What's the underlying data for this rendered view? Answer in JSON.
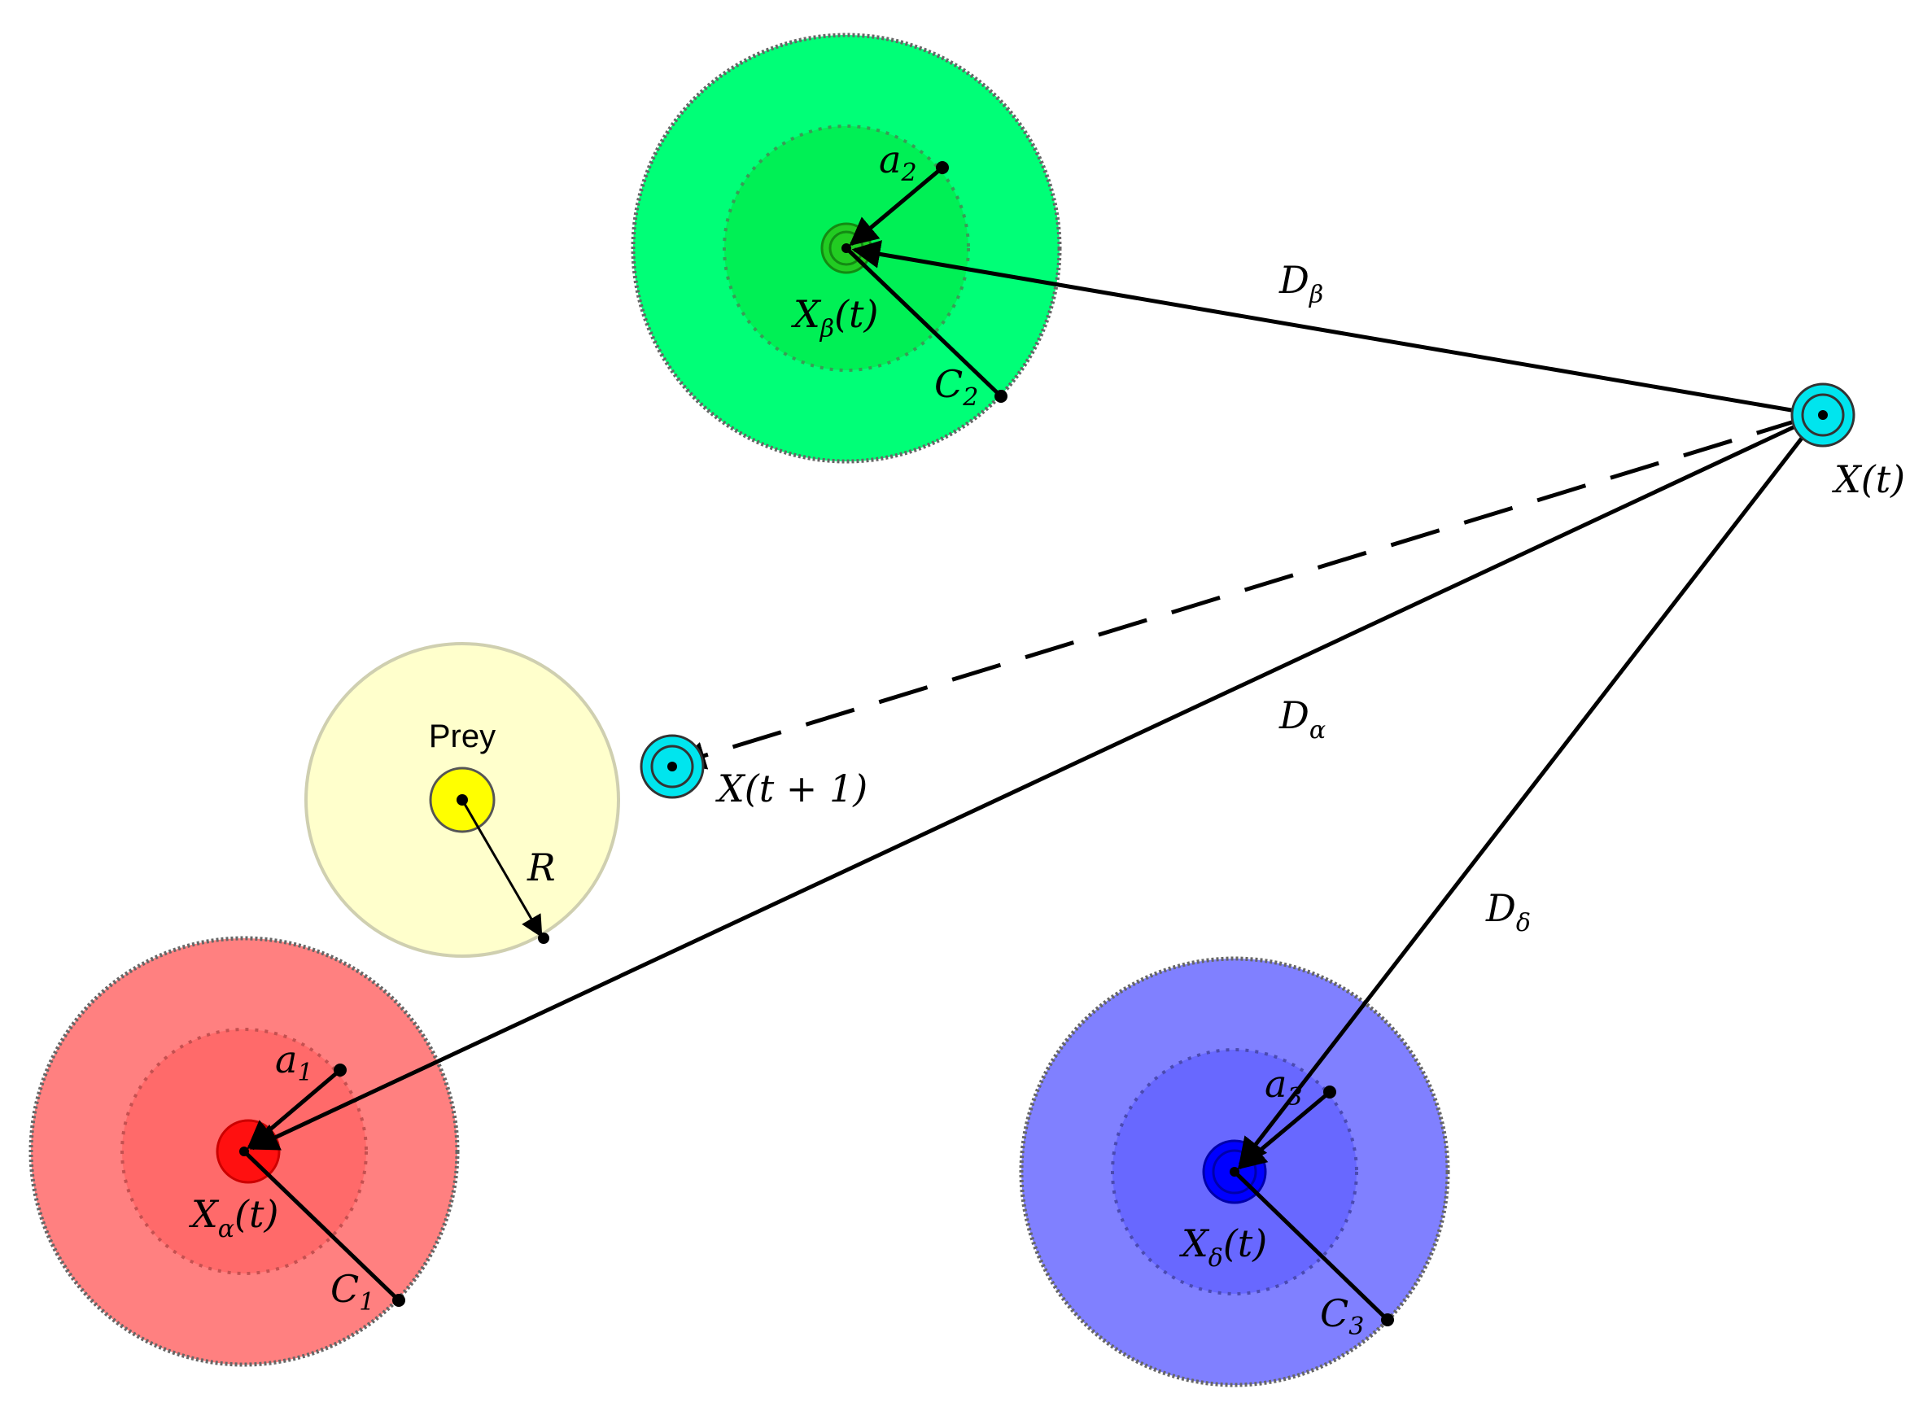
{
  "colors": {
    "alpha": "#ff0000",
    "beta": "#00dd33",
    "delta": "#0000ff",
    "current": "#00e5ee",
    "prey": "#ffff00",
    "prey_zone": "#ffffcc",
    "line": "#000000"
  },
  "labels": {
    "prey": "Prey",
    "R": "R",
    "X_t": "X(t)",
    "X_t1": "X(t + 1)",
    "X_alpha": {
      "main": "X",
      "sub": "α",
      "tail": "(t)"
    },
    "X_beta": {
      "main": "X",
      "sub": "β",
      "tail": "(t)"
    },
    "X_delta": {
      "main": "X",
      "sub": "δ",
      "tail": "(t)"
    },
    "D_alpha": {
      "main": "D",
      "sub": "α"
    },
    "D_beta": {
      "main": "D",
      "sub": "β"
    },
    "D_delta": {
      "main": "D",
      "sub": "δ"
    },
    "a1": {
      "main": "a",
      "sub": "1"
    },
    "a2": {
      "main": "a",
      "sub": "2"
    },
    "a3": {
      "main": "a",
      "sub": "3"
    },
    "C1": {
      "main": "C",
      "sub": "1"
    },
    "C2": {
      "main": "C",
      "sub": "2"
    },
    "C3": {
      "main": "C",
      "sub": "3"
    }
  }
}
